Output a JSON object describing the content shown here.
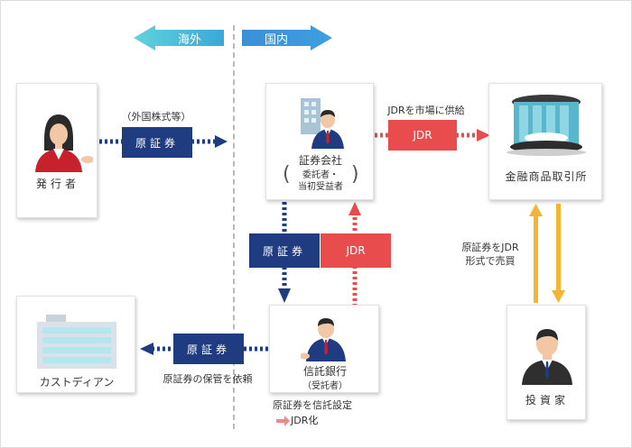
{
  "header": {
    "overseas": "海外",
    "domestic": "国内"
  },
  "nodes": {
    "issuer": "発行者",
    "securities_company": "証券会社",
    "securities_sub_1": "委託者・",
    "securities_sub_2": "当初受益者",
    "exchange": "金融商品取引所",
    "trust_bank": "信託銀行",
    "trust_bank_sub": "（受託者）",
    "custodian": "カストディアン",
    "investor": "投資家"
  },
  "flows": {
    "foreign_note": "（外国株式等）",
    "original_securities": "原証券",
    "jdr": "JDR",
    "supply_to_market": "JDRを市場に供給",
    "trade_1": "原証券をJDR",
    "trade_2": "形式で売買",
    "custody_request": "原証券の保管を依頼",
    "trust_setting": "原証券を信託設定",
    "jdr_conversion": "JDR化"
  },
  "colors": {
    "navy": "#1f3c80",
    "red": "#e84c4c",
    "blue_arrow": "#3b8fd6",
    "teal_arrow": "#5bc8d8",
    "gold": "#f5b433"
  }
}
